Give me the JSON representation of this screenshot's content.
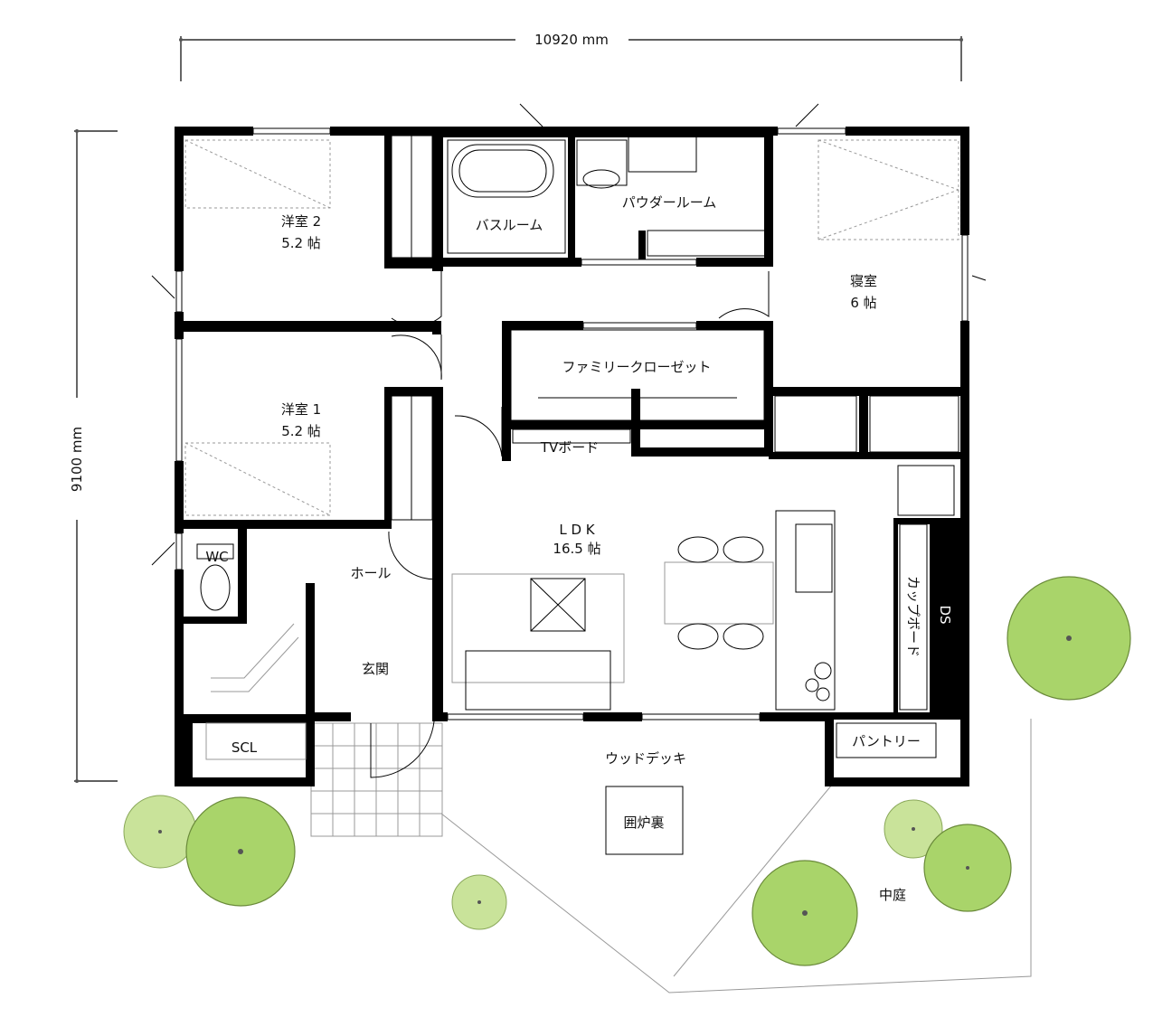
{
  "dimensions": {
    "width": "10920 mm",
    "depth": "9100 mm"
  },
  "rooms": {
    "western2": {
      "name": "洋室 2",
      "size": "5.2 帖"
    },
    "western1": {
      "name": "洋室 1",
      "size": "5.2 帖"
    },
    "bathroom": {
      "name": "バスルーム"
    },
    "powder": {
      "name": "パウダールーム"
    },
    "bedroom": {
      "name": "寝室",
      "size": "6 帖"
    },
    "family_closet": {
      "name": "ファミリークローゼット"
    },
    "tv_board": {
      "name": "TVボード"
    },
    "ldk": {
      "name": "L D K",
      "size": "16.5 帖"
    },
    "wc": {
      "name": "WC"
    },
    "hall": {
      "name": "ホール"
    },
    "entrance": {
      "name": "玄関"
    },
    "scl": {
      "name": "SCL"
    },
    "cupboard": {
      "name": "カップボード"
    },
    "ds": {
      "name": "DS"
    },
    "pantry": {
      "name": "パントリー"
    },
    "wood_deck": {
      "name": "ウッドデッキ"
    },
    "irori": {
      "name": "囲炉裏"
    },
    "courtyard": {
      "name": "中庭"
    }
  },
  "colors": {
    "wall": "#000000",
    "tree_dark": "#a9d46a",
    "tree_light": "#c9e39a"
  }
}
